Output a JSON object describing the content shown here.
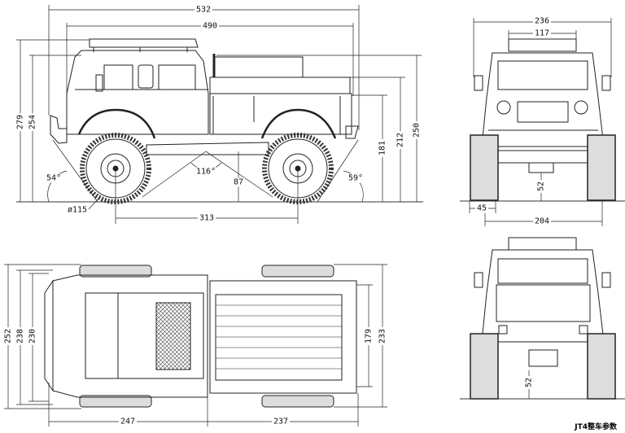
{
  "title": "JT4整车参数",
  "side_view": {
    "overall_length": "532",
    "body_length": "490",
    "overall_height": "279",
    "cab_height": "254",
    "bed_top_height": "250",
    "bed_rail_height": "212",
    "bed_floor_height": "181",
    "approach_angle": "54°",
    "breakover_angle": "116°",
    "ground_clearance_mid": "87",
    "departure_angle": "59°",
    "tire_diameter": "ø115",
    "wheelbase": "313"
  },
  "front_view": {
    "overall_width": "236",
    "roof_rack_width": "117",
    "axle_clearance": "52",
    "tire_width": "45",
    "track_width": "204"
  },
  "top_view": {
    "width_outer": "252",
    "width_mid": "238",
    "width_inner": "230",
    "bed_inner_width": "179",
    "bed_outer_width": "233",
    "front_section_length": "247",
    "rear_section_length": "237"
  },
  "rear_view": {
    "axle_clearance": "52"
  }
}
